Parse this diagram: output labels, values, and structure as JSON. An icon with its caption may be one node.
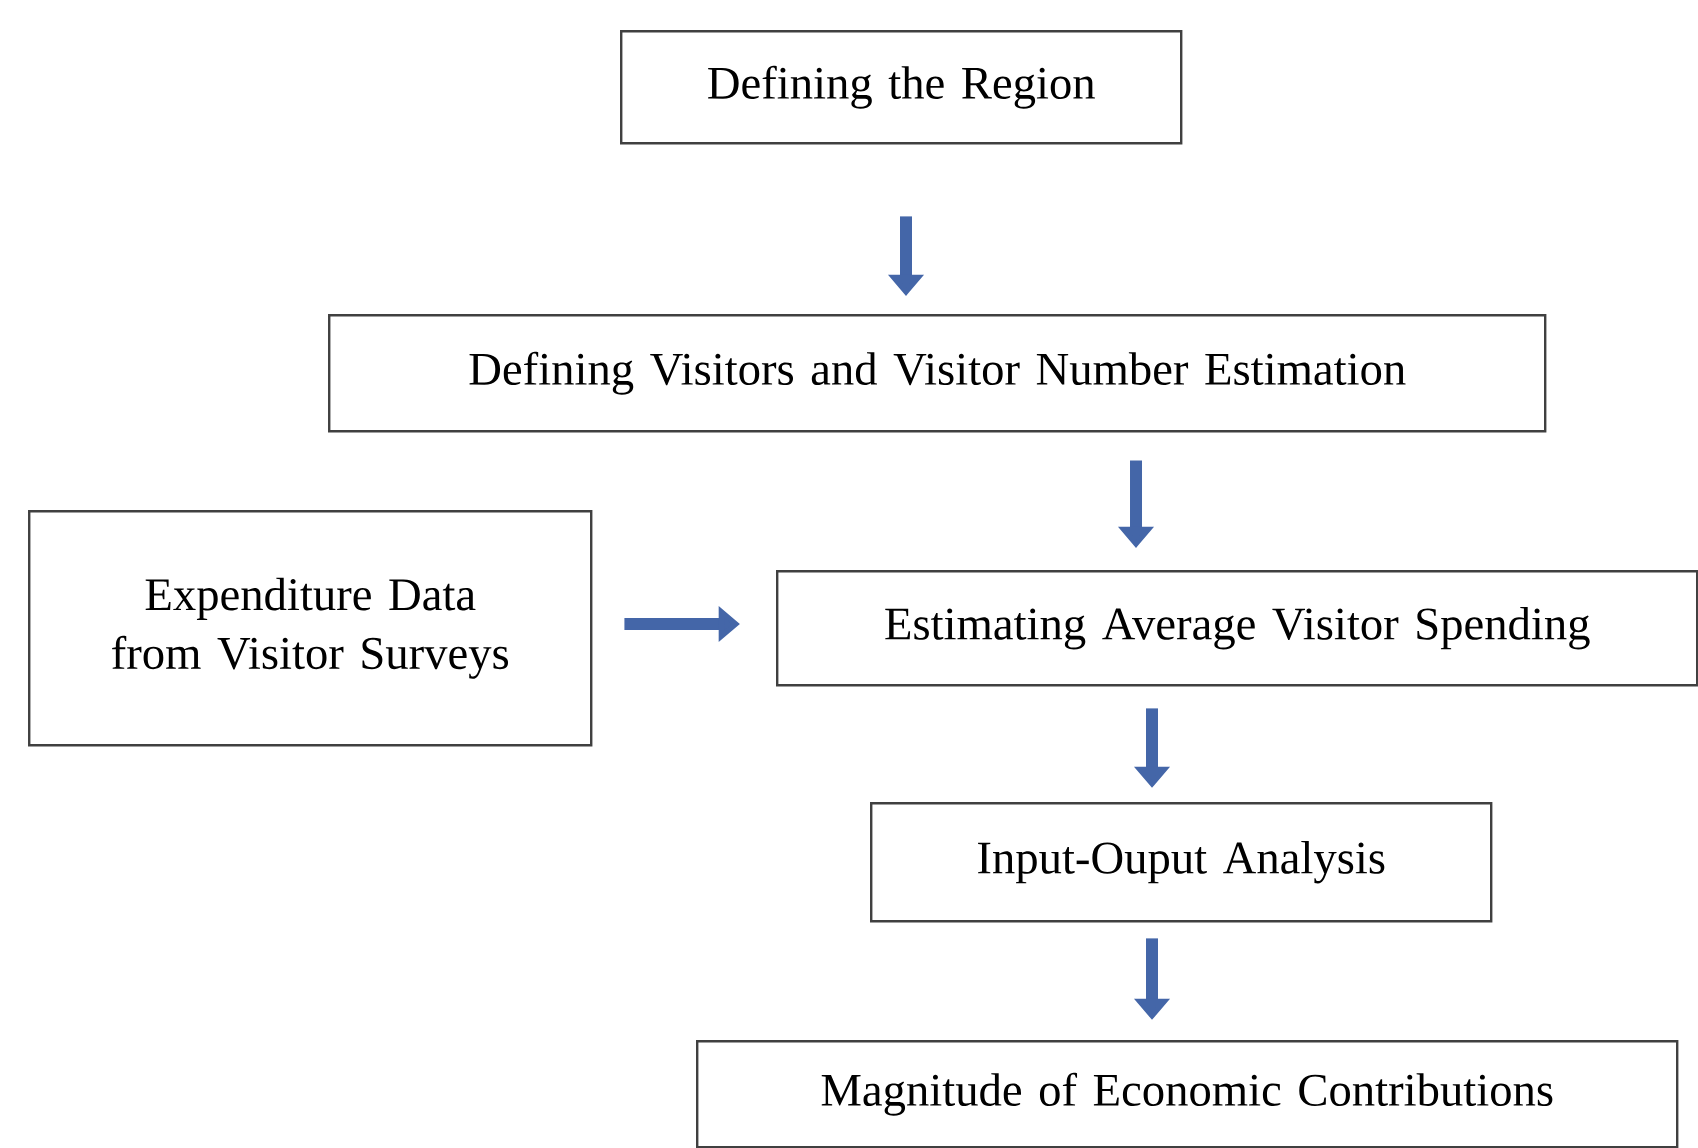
{
  "diagram": {
    "nodes": [
      {
        "text": [
          "Defining the Region"
        ]
      },
      {
        "text": [
          "Defining Visitors and Visitor Number Estimation"
        ]
      },
      {
        "text": [
          "Expenditure Data from Visitor Surveys"
        ]
      },
      {
        "text": [
          "Estimating Average Visitor Spending"
        ]
      },
      {
        "text": [
          "Input-Ouput Analysis"
        ]
      },
      {
        "text": [
          "Magnitude of Economic Contributions"
        ]
      }
    ],
    "edges": [
      {
        "from": 0,
        "to": 1,
        "arrow": "to"
      },
      {
        "from": 1,
        "to": 3,
        "arrow": "to"
      },
      {
        "from": 2,
        "to": 3,
        "arrow": "to"
      },
      {
        "from": 3,
        "to": 4,
        "arrow": "to"
      },
      {
        "from": 4,
        "to": 5,
        "arrow": "to"
      }
    ]
  }
}
